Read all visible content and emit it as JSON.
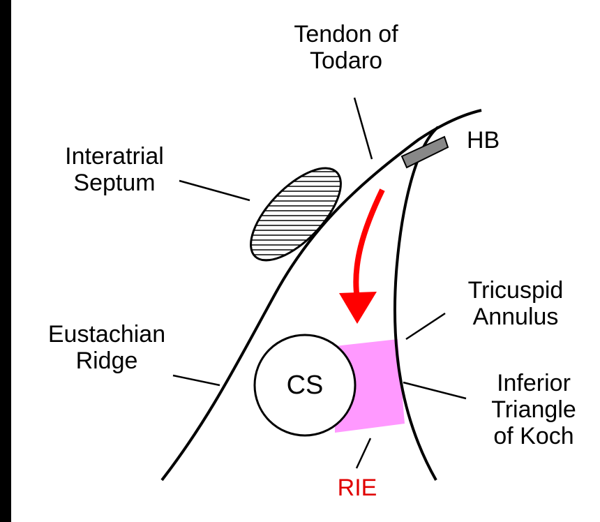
{
  "labels": {
    "tendon_of_todaro": "Tendon of\nTodaro",
    "hb": "HB",
    "interatrial_septum": "Interatrial\nSeptum",
    "tricuspid_annulus": "Tricuspid\nAnnulus",
    "eustachian_ridge": "Eustachian\nRidge",
    "cs": "CS",
    "inferior_triangle_of_koch": "Inferior\nTriangle\nof Koch",
    "rie": "RIE"
  },
  "colors": {
    "background": "#000000",
    "panel": "#ffffff",
    "line": "#000000",
    "arrow": "#ff0000",
    "rie_region": "#ff99ff",
    "hb_block": "#888888",
    "rie_label": "#e00000"
  }
}
